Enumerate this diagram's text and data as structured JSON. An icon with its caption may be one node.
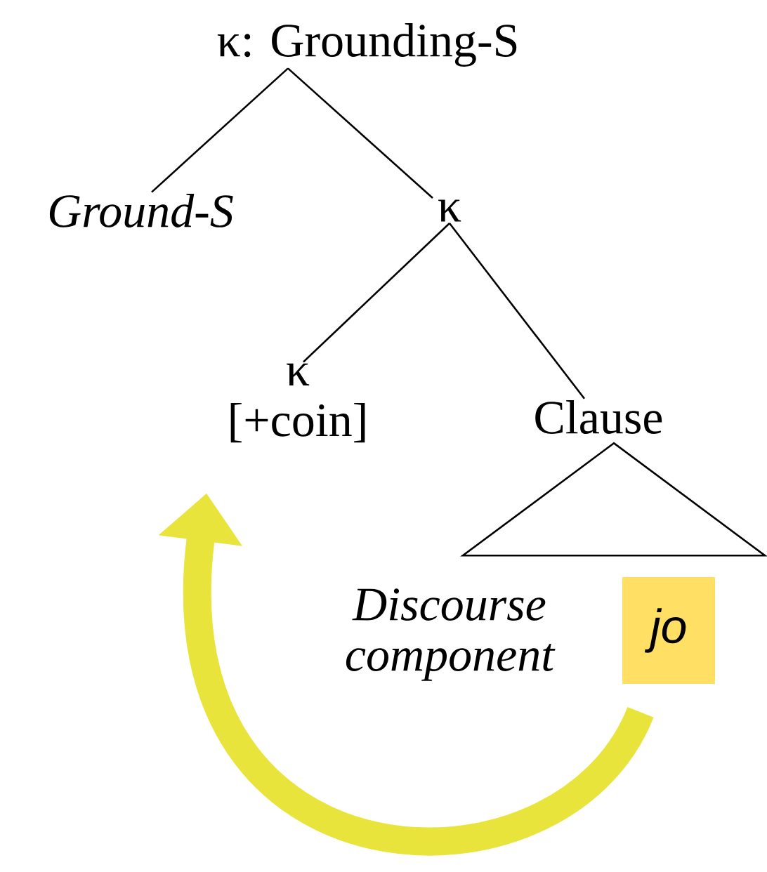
{
  "diagram": {
    "nodes": [
      {
        "text": [
          "κ: Grounding-S"
        ]
      },
      {
        "text": [
          "Ground-S"
        ]
      },
      {
        "text": [
          "κ"
        ]
      },
      {
        "text": [
          "κ",
          "[+coin]"
        ]
      },
      {
        "text": [
          "Clause"
        ]
      },
      {
        "text": [
          "jo"
        ]
      },
      {
        "text": [],
        "shape": "triangle"
      }
    ],
    "edges": [
      {
        "from": 0,
        "to": 1,
        "arrow": "none"
      },
      {
        "from": 0,
        "to": 2,
        "arrow": "none"
      },
      {
        "from": 2,
        "to": 3,
        "arrow": "none"
      },
      {
        "from": 2,
        "to": 4,
        "arrow": "none"
      },
      {
        "from": 5,
        "to": 3,
        "arrow": "to",
        "style": "thick",
        "color": "#e8e43c"
      }
    ],
    "labels": [
      "Discourse component"
    ]
  }
}
